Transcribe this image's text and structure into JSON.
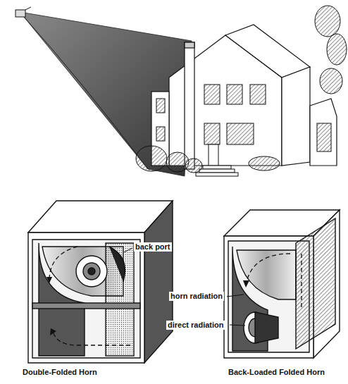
{
  "diagram": {
    "labels": [
      "back port",
      "horn radiation",
      "direct radiation",
      "Double-Folded Horn",
      "Back-Loaded Folded Horn"
    ]
  }
}
